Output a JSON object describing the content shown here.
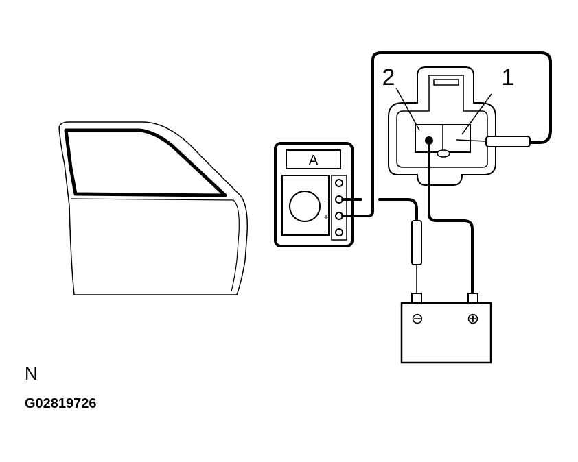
{
  "diagram": {
    "terminal_labels": {
      "terminal_2": "2",
      "terminal_1": "1"
    },
    "meter": {
      "display": "A",
      "minus": "−",
      "plus": "+"
    },
    "battery": {
      "negative": "⊖",
      "positive": "⊕"
    }
  },
  "footer": {
    "view_letter": "N",
    "figure_code": "G02819726"
  }
}
